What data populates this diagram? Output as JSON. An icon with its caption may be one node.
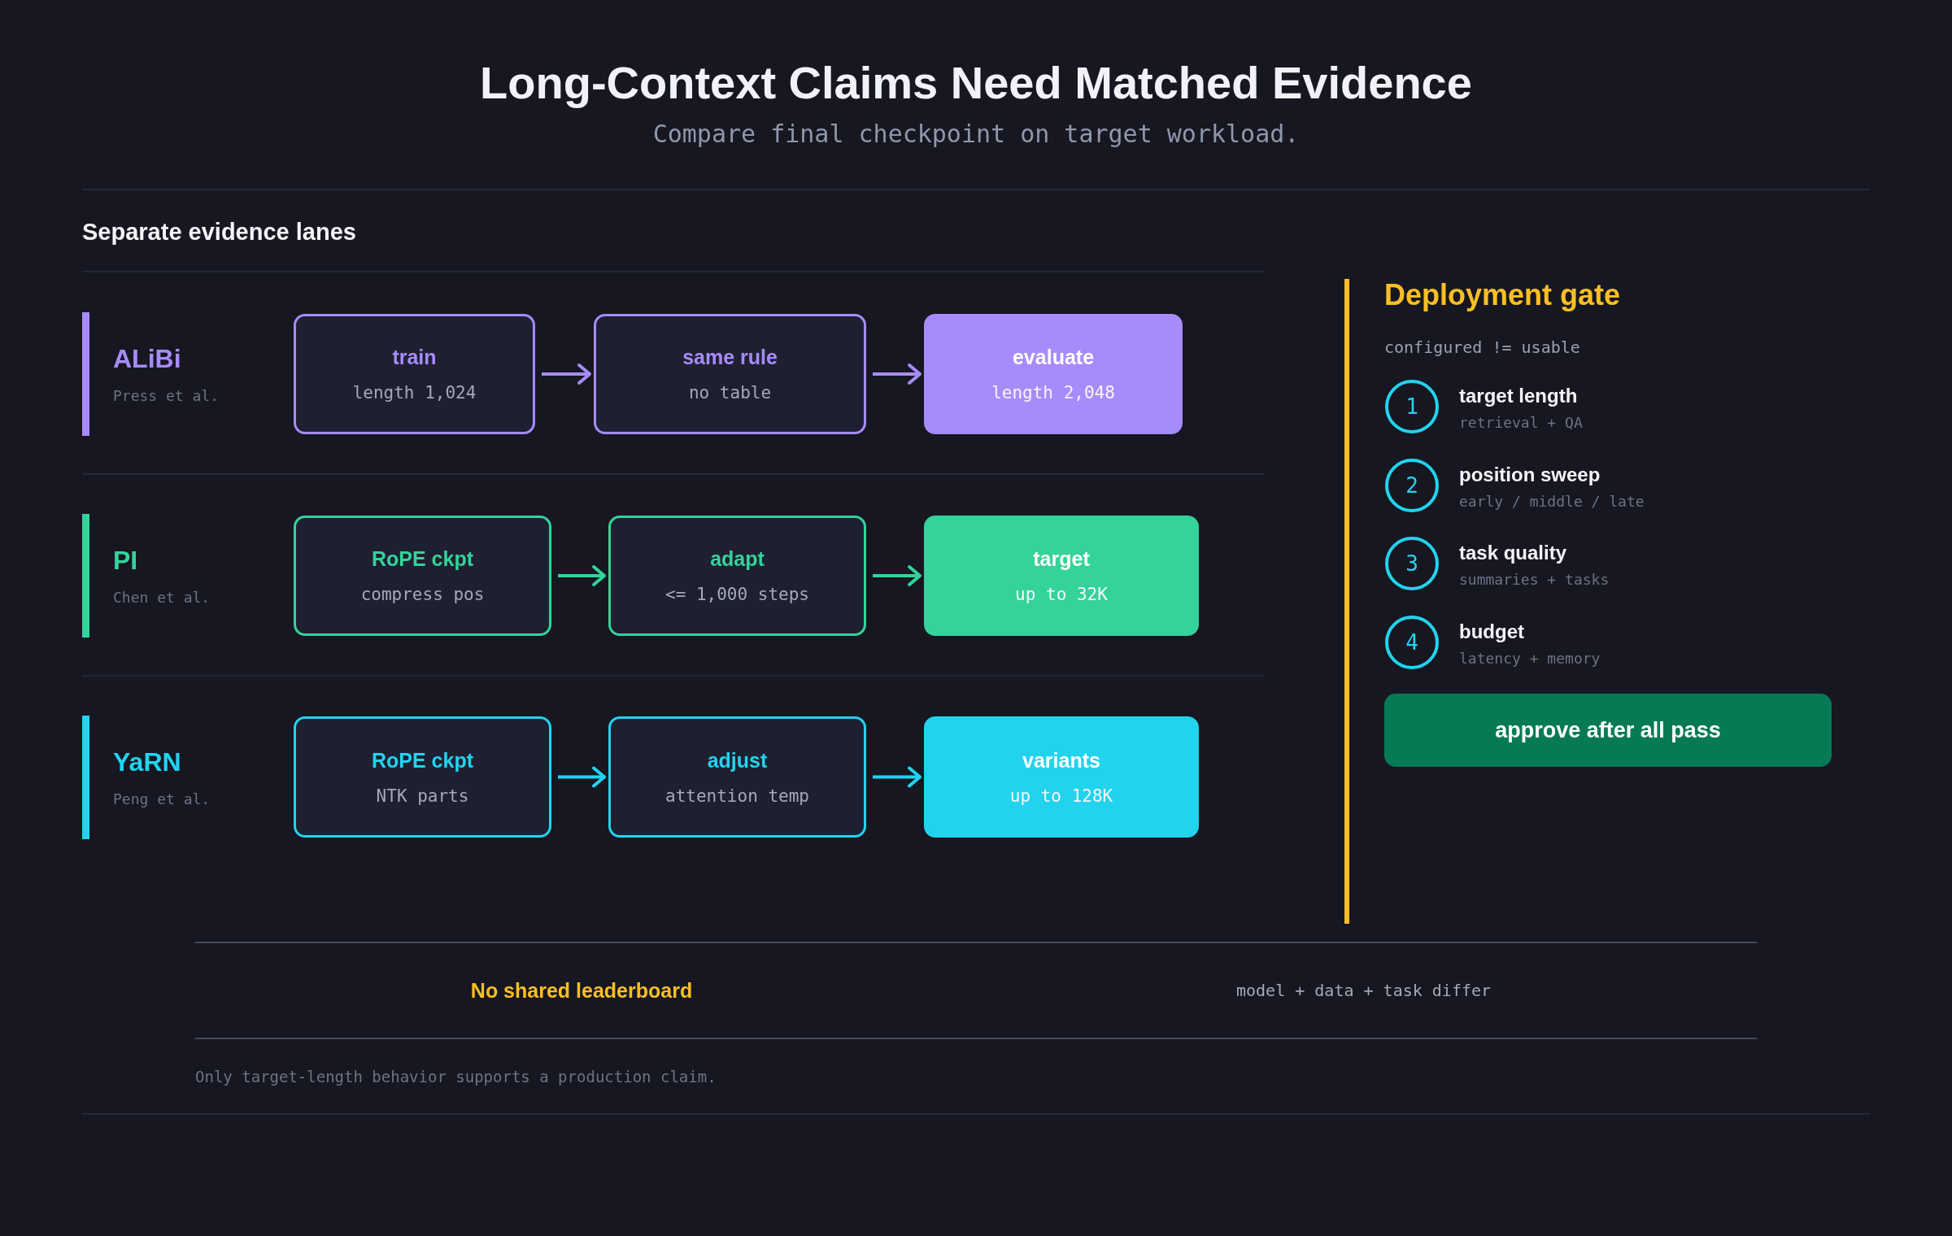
{
  "diagram": {
    "title": "Long-Context Claims Need Matched Evidence",
    "nodes": [
      {
        "text": [
          "ALiBi",
          "Press et al."
        ]
      },
      {
        "text": [
          "train",
          "length 1,024"
        ]
      },
      {
        "text": [
          "same rule",
          "no table"
        ]
      },
      {
        "text": [
          "evaluate",
          "length 2,048"
        ]
      },
      {
        "text": [
          "PI",
          "Chen et al."
        ]
      },
      {
        "text": [
          "RoPE ckpt",
          "compress pos"
        ]
      },
      {
        "text": [
          "adapt",
          "<= 1,000 steps"
        ]
      },
      {
        "text": [
          "target",
          "up to 32K"
        ]
      },
      {
        "text": [
          "YaRN",
          "Peng et al."
        ]
      },
      {
        "text": [
          "RoPE ckpt",
          "NTK parts"
        ]
      },
      {
        "text": [
          "adjust",
          "attention temp"
        ]
      },
      {
        "text": [
          "variants",
          "up to 128K"
        ]
      },
      {
        "text": [
          "Deployment gate",
          "configured != usable"
        ]
      },
      {
        "text": [
          "1"
        ],
        "in": 12,
        "beside": [
          "target length",
          "retrieval + QA"
        ]
      },
      {
        "text": [
          "2"
        ],
        "in": 12,
        "beside": [
          "position sweep",
          "early / middle / late"
        ]
      },
      {
        "text": [
          "3"
        ],
        "in": 12,
        "beside": [
          "task quality",
          "summaries + tasks"
        ]
      },
      {
        "text": [
          "4"
        ],
        "in": 12,
        "beside": [
          "budget",
          "latency + memory"
        ]
      },
      {
        "text": [
          "approve after all pass"
        ],
        "in": 12
      }
    ],
    "edges": [
      {
        "from": 1,
        "to": 2,
        "arrow": "to",
        "color": "#a78bfa"
      },
      {
        "from": 2,
        "to": 3,
        "arrow": "to",
        "color": "#a78bfa"
      },
      {
        "from": 5,
        "to": 6,
        "arrow": "to",
        "color": "#34d399"
      },
      {
        "from": 6,
        "to": 7,
        "arrow": "to",
        "color": "#34d399"
      },
      {
        "from": 9,
        "to": 10,
        "arrow": "to",
        "color": "#22d3ee"
      },
      {
        "from": 10,
        "to": 11,
        "arrow": "to",
        "color": "#22d3ee"
      }
    ],
    "labels": [
      "Compare final checkpoint on target workload.",
      "Separate evidence lanes",
      "No shared leaderboard",
      "model + data + task differ",
      "Only target-length behavior supports a production claim."
    ]
  }
}
